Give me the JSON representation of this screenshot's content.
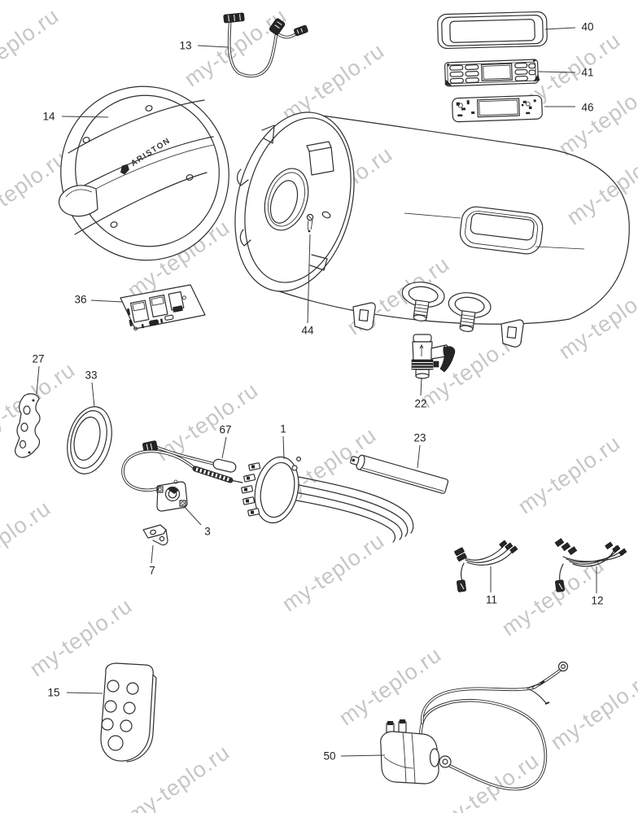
{
  "watermark": {
    "text": "my-teplo.ru",
    "color": "#c6c6c6"
  },
  "diagram": {
    "brand": "ARISTON",
    "parts": {
      "p1": {
        "label": "1"
      },
      "p3": {
        "label": "3"
      },
      "p7": {
        "label": "7"
      },
      "p11": {
        "label": "11"
      },
      "p12": {
        "label": "12"
      },
      "p13": {
        "label": "13"
      },
      "p14": {
        "label": "14"
      },
      "p15": {
        "label": "15"
      },
      "p22": {
        "label": "22"
      },
      "p23": {
        "label": "23"
      },
      "p27": {
        "label": "27"
      },
      "p33": {
        "label": "33"
      },
      "p36": {
        "label": "36"
      },
      "p40": {
        "label": "40"
      },
      "p41": {
        "label": "41"
      },
      "p44": {
        "label": "44"
      },
      "p46": {
        "label": "46"
      },
      "p50": {
        "label": "50"
      },
      "p67": {
        "label": "67"
      }
    }
  }
}
